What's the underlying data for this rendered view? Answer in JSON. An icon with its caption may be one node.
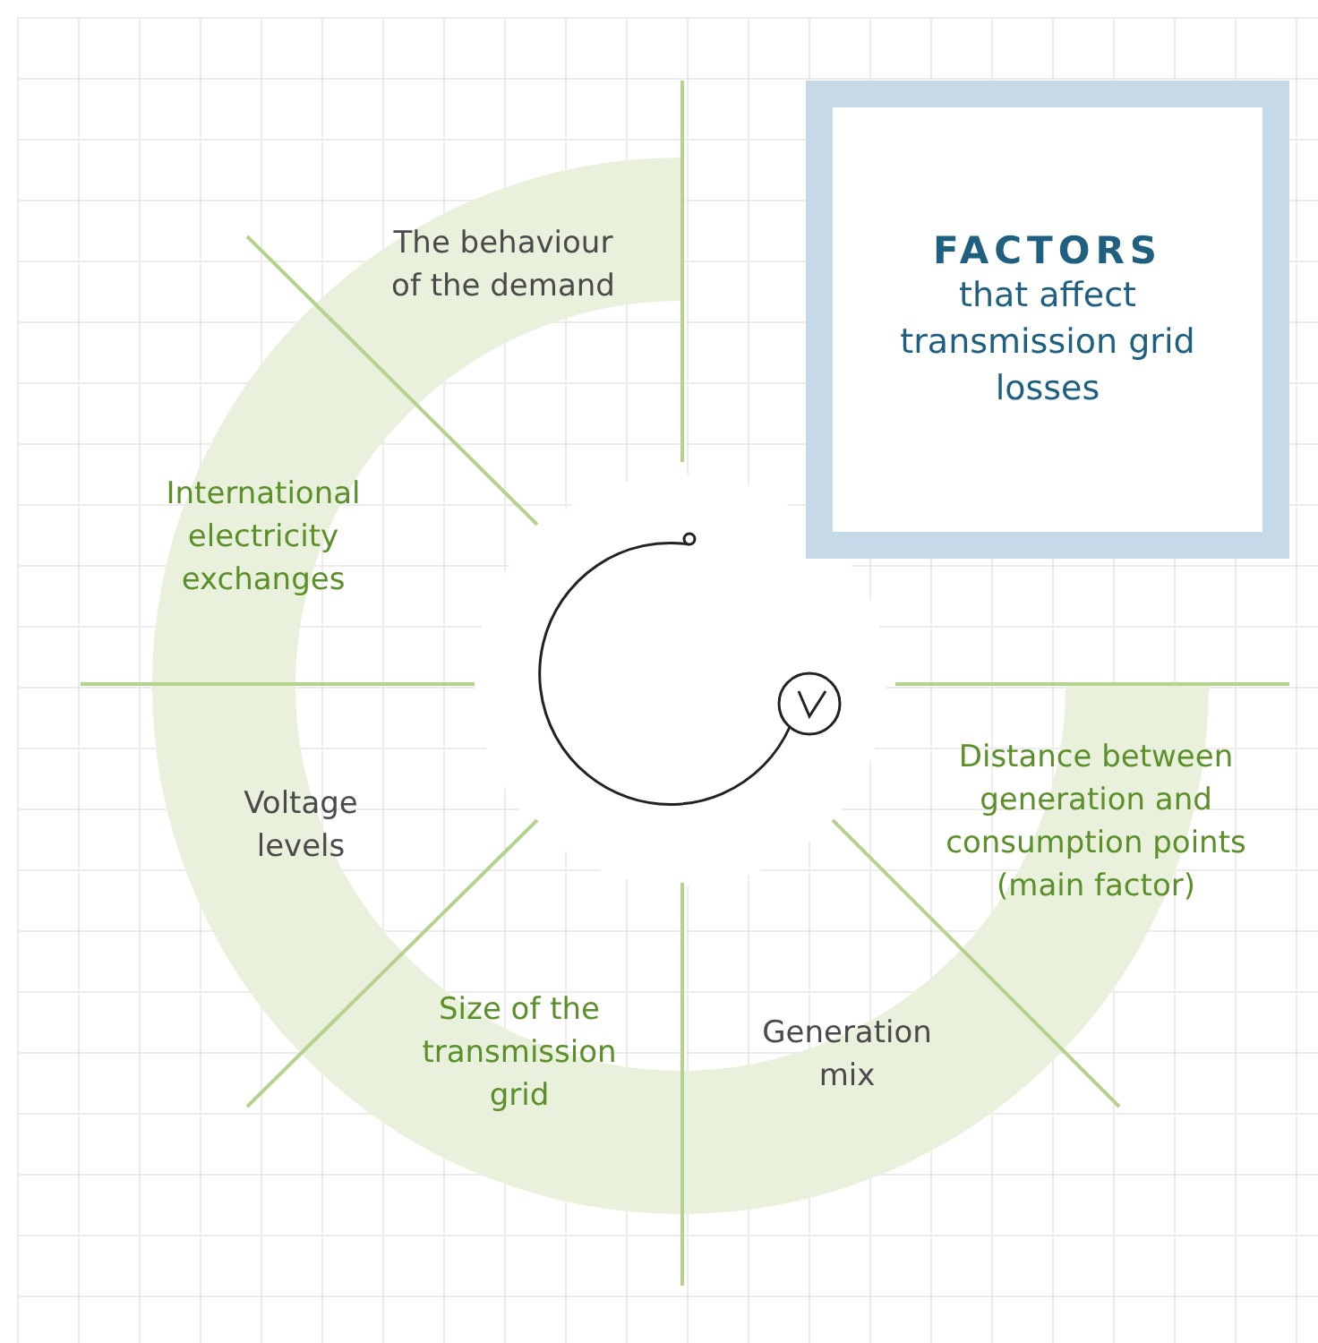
{
  "diagram": {
    "nodes": [
      {
        "text": [
          "FACTORS",
          "that affect transmission grid losses"
        ]
      }
    ],
    "edges": [],
    "labels": [
      "The behaviour of the demand",
      "International electricity exchanges",
      "Voltage levels",
      "Size of the transmission grid",
      "Generation mix",
      "Distance between generation and consumption points (main factor)"
    ]
  }
}
